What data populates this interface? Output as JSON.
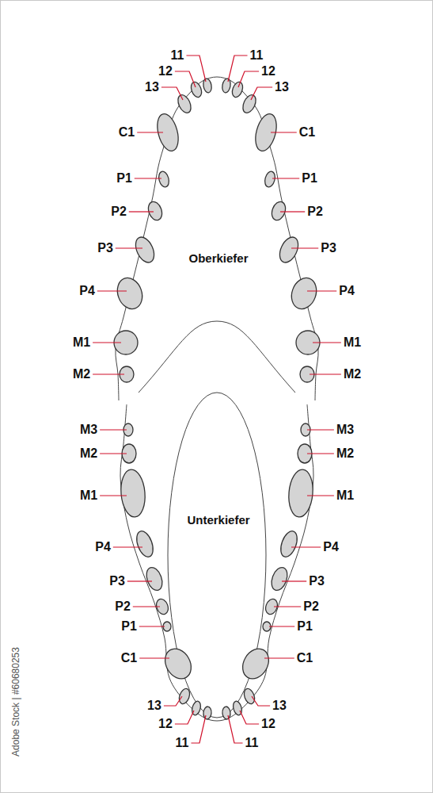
{
  "diagram": {
    "labels": [
      "11",
      "11",
      "12",
      "12",
      "13",
      "13",
      "C1",
      "C1",
      "P1",
      "P1",
      "P2",
      "P2",
      "P3",
      "P3",
      "P4",
      "P4",
      "M1",
      "M1",
      "M2",
      "M2",
      "Oberkiefer",
      "M3",
      "M3",
      "M2",
      "M2",
      "M1",
      "M1",
      "P4",
      "P4",
      "P3",
      "P3",
      "P2",
      "P2",
      "P1",
      "P1",
      "C1",
      "C1",
      "13",
      "13",
      "12",
      "12",
      "11",
      "11",
      "Unterkiefer",
      "Adobe Stock | #60680253"
    ]
  }
}
